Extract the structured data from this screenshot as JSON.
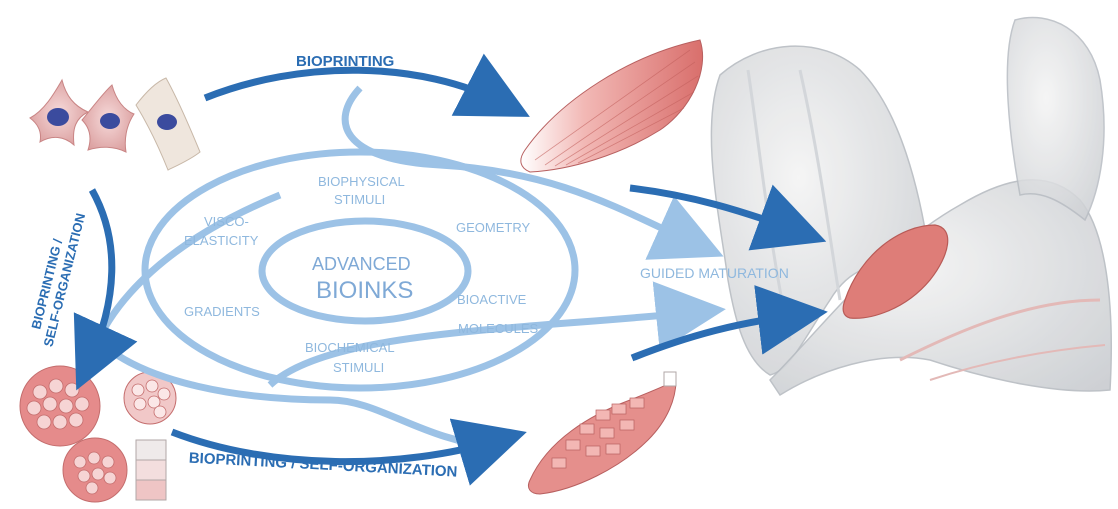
{
  "labels": {
    "bioprinting_top": "BIOPRINTING",
    "bioprinting_left_line1": "BIOPRINTING /",
    "bioprinting_left_line2": "SELF-ORGANIZATION",
    "bioprinting_bottom": "BIOPRINTING / SELF-ORGANIZATION",
    "biophysical_line1": "BIOPHYSICAL",
    "biophysical_line2": "STIMULI",
    "visco_line1": "VISCO-",
    "visco_line2": "ELASTICITY",
    "geometry": "GEOMETRY",
    "center_line1": "ADVANCED",
    "center_line2": "BIOINKS",
    "gradients": "GRADIENTS",
    "bioactive_line1": "BIOACTIVE",
    "bioactive_line2": "MOLECULES",
    "biochemical_line1": "BIOCHEMICAL",
    "biochemical_line2": "STIMULI",
    "guided_maturation": "GUIDED MATURATION"
  },
  "colors": {
    "dark_arrow": "#2b6db3",
    "light_arrow": "#9cc2e6",
    "muscle": "#e58f8c",
    "cell_nucleus": "#3b4b9e"
  },
  "icons": {
    "single_cells": "single-cells-icon",
    "spheroids": "cell-spheroids-icon",
    "muscle_top": "bioprinted-muscle-top-icon",
    "muscle_bottom": "bioprinted-muscle-bottom-icon",
    "arm": "human-arm-icon"
  }
}
